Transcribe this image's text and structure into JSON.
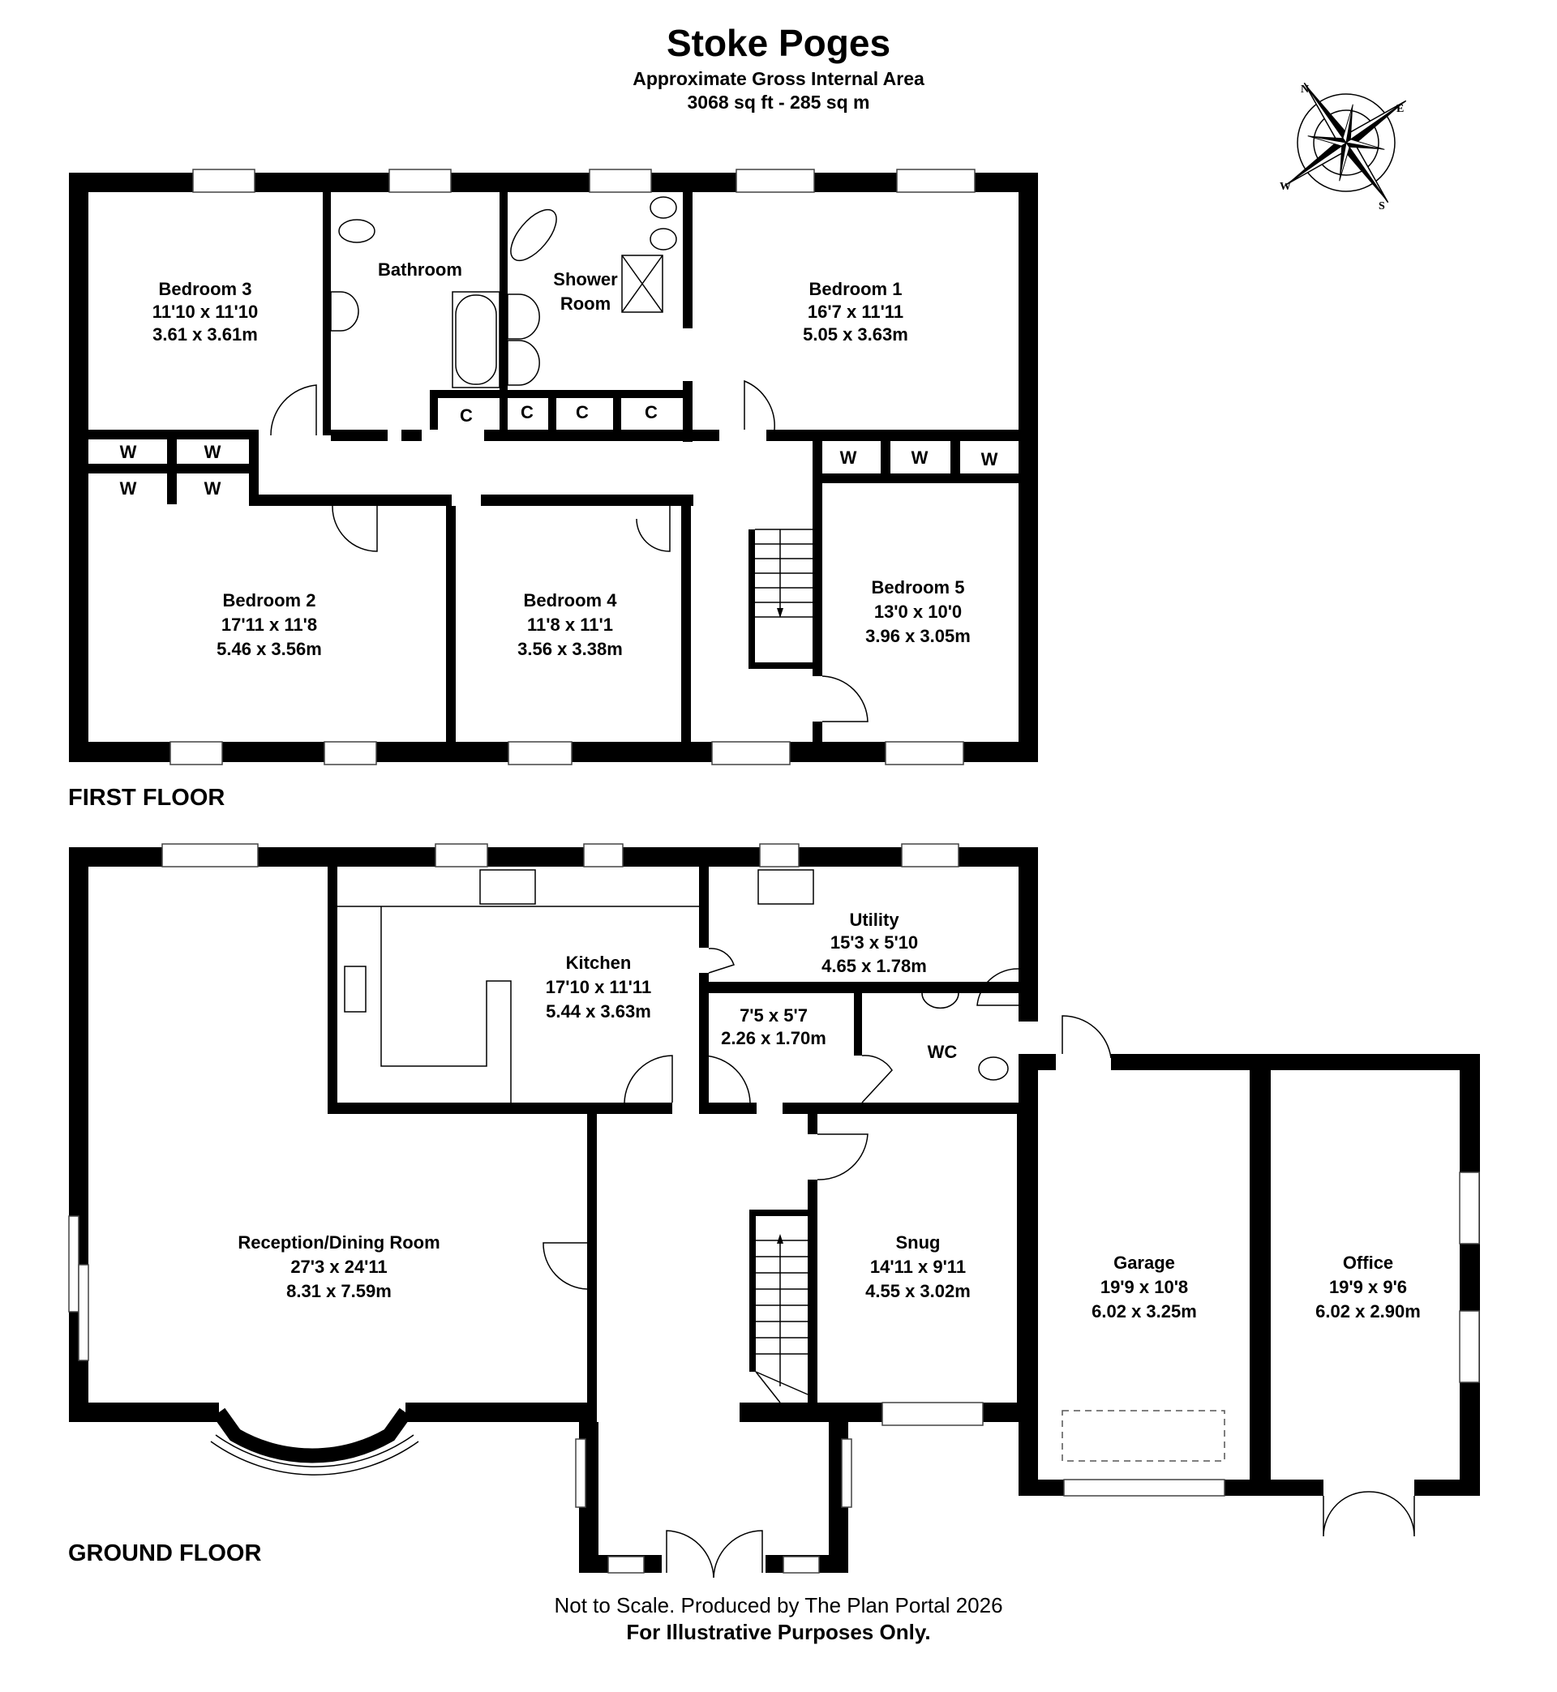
{
  "header": {
    "title": "Stoke Poges",
    "subtitle": "Approximate Gross Internal Area",
    "area": "3068 sq ft - 285 sq m"
  },
  "compass": {
    "icon": "compass-rose-icon",
    "labels": {
      "n": "N",
      "e": "E",
      "s": "S",
      "w": "W"
    }
  },
  "first_floor": {
    "label": "FIRST FLOOR",
    "rooms": [
      {
        "name": "Bedroom 3",
        "imperial": "11'10 x 11'10",
        "metric": "3.61 x 3.61m"
      },
      {
        "name": "Bathroom",
        "imperial": "",
        "metric": ""
      },
      {
        "name": "Shower Room",
        "name_line1": "Shower",
        "name_line2": "Room",
        "imperial": "",
        "metric": ""
      },
      {
        "name": "Bedroom 1",
        "imperial": "16'7 x 11'11",
        "metric": "5.05 x 3.63m"
      },
      {
        "name": "Bedroom 2",
        "imperial": "17'11 x 11'8",
        "metric": "5.46 x 3.56m"
      },
      {
        "name": "Bedroom 4",
        "imperial": "11'8 x 11'1",
        "metric": "3.56 x 3.38m"
      },
      {
        "name": "Bedroom 5",
        "imperial": "13'0  x 10'0",
        "metric": "3.96 x 3.05m"
      }
    ],
    "wardrobe_label": "W",
    "cupboard_label": "C"
  },
  "ground_floor": {
    "label": "GROUND FLOOR",
    "rooms": [
      {
        "name": "Kitchen",
        "imperial": "17'10 x 11'11",
        "metric": "5.44 x 3.63m"
      },
      {
        "name": "Utility",
        "imperial": "15'3 x 5'10",
        "metric": "4.65 x 1.78m"
      },
      {
        "name": "",
        "imperial": "7'5 x 5'7",
        "metric": "2.26 x 1.70m"
      },
      {
        "name": "WC",
        "imperial": "",
        "metric": ""
      },
      {
        "name": "Reception/Dining Room",
        "imperial": "27'3 x 24'11",
        "metric": "8.31 x 7.59m"
      },
      {
        "name": "Snug",
        "imperial": "14'11 x 9'11",
        "metric": "4.55 x 3.02m"
      },
      {
        "name": "Garage",
        "imperial": "19'9 x 10'8",
        "metric": "6.02 x 3.25m"
      },
      {
        "name": "Office",
        "imperial": "19'9 x 9'6",
        "metric": "6.02 x 2.90m"
      }
    ]
  },
  "footer": {
    "line1": "Not to Scale. Produced by The Plan Portal 2026",
    "line2": "For Illustrative Purposes Only."
  }
}
